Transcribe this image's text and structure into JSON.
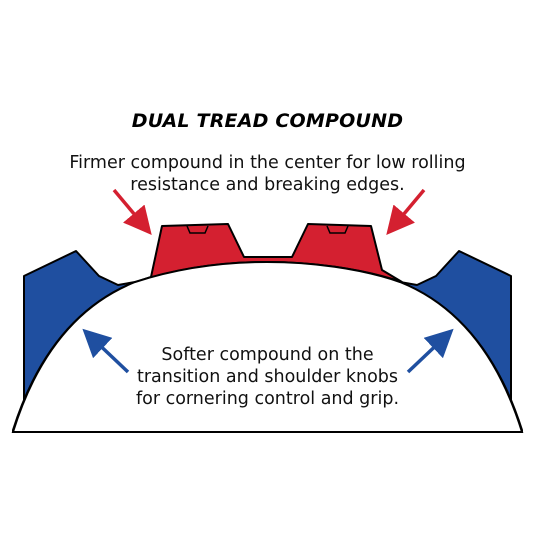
{
  "title": "DUAL TREAD COMPOUND",
  "firm_compound": {
    "line1": "Firmer compound in the center for low rolling",
    "line2": "resistance and breaking edges.",
    "color": "#d42030"
  },
  "soft_compound": {
    "line1": "Softer compound on the",
    "line2": "transition and shoulder knobs",
    "line3": "for cornering control and grip.",
    "color": "#1f4fa0"
  },
  "outline_color": "#000000"
}
